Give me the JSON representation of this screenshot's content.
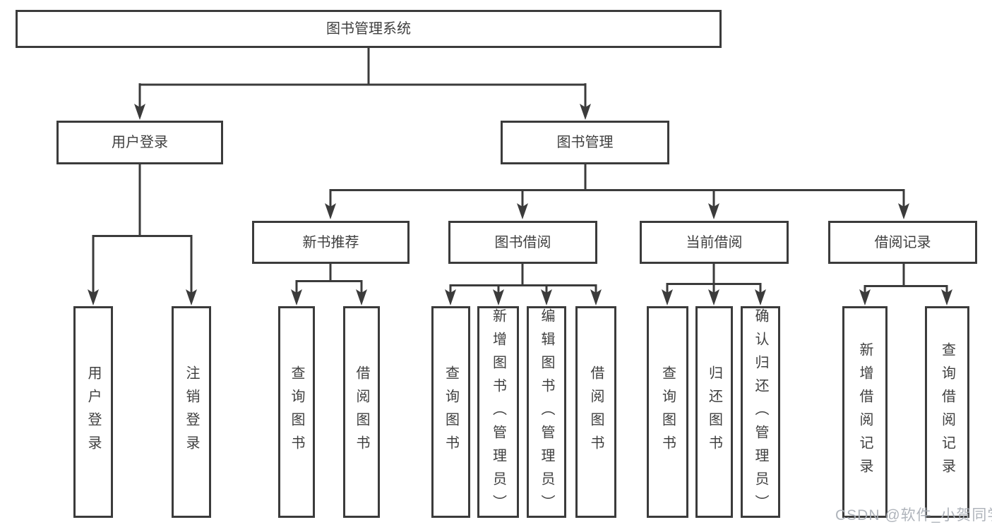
{
  "diagram": {
    "type": "tree",
    "tree": {
      "label": "图书管理系统",
      "children": [
        {
          "label": "用户登录",
          "children": [
            {
              "label": "用户登录"
            },
            {
              "label": "注销登录"
            }
          ]
        },
        {
          "label": "图书管理",
          "children": [
            {
              "label": "新书推荐",
              "children": [
                {
                  "label": "查询图书"
                },
                {
                  "label": "借阅图书"
                }
              ]
            },
            {
              "label": "图书借阅",
              "children": [
                {
                  "label": "查询图书"
                },
                {
                  "label": "新增图书（管理员）"
                },
                {
                  "label": "编辑图书（管理员）"
                },
                {
                  "label": "借阅图书"
                }
              ]
            },
            {
              "label": "当前借阅",
              "children": [
                {
                  "label": "查询图书"
                },
                {
                  "label": "归还图书"
                },
                {
                  "label": "确认归还（管理员）"
                }
              ]
            },
            {
              "label": "借阅记录",
              "children": [
                {
                  "label": "新增借阅记录"
                },
                {
                  "label": "查询借阅记录"
                }
              ]
            }
          ]
        }
      ]
    },
    "colors": {
      "line": "#3b3b3b",
      "border": "#3b3b3b",
      "text": "#3f3f3f",
      "background": "#ffffff",
      "watermark": "#a9aeb6"
    }
  },
  "watermark": {
    "text": "CSDN @软件_小贺同学"
  }
}
